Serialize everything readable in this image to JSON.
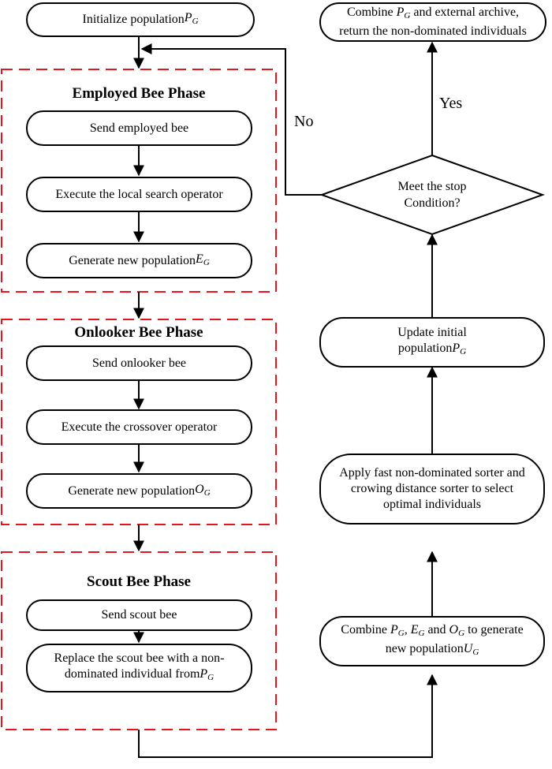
{
  "nodes": {
    "init": {
      "text": "Initialize population",
      "sym": "P",
      "sub": "G"
    },
    "send_emp": {
      "text": "Send employed bee"
    },
    "local": {
      "text": "Execute the local search operator"
    },
    "gen_e": {
      "text": "Generate new population",
      "sym": "E",
      "sub": "G"
    },
    "send_onl": {
      "text": "Send onlooker bee"
    },
    "crossover": {
      "text": "Execute the crossover operator"
    },
    "gen_o": {
      "text": "Generate new population",
      "sym": "O",
      "sub": "G"
    },
    "send_scout": {
      "text": "Send scout bee"
    },
    "replace": {
      "line1": "Replace the scout bee with a non-",
      "line2": "dominated individual from",
      "sym": "P",
      "sub": "G"
    },
    "combine_gen": {
      "pre": "Combine",
      "p": "P",
      "e": "E",
      "o": "O",
      "sub": "G",
      "comma": ",",
      "and": "and",
      "post": "to generate",
      "line2": "new population",
      "u": "U"
    },
    "apply": {
      "line1": "Apply  fast non-dominated sorter and",
      "line2": "crowing distance sorter to select",
      "line3": "optimal individuals"
    },
    "update": {
      "line1": "Update initial",
      "line2": "population",
      "sym": "P",
      "sub": "G"
    },
    "stop": {
      "line1": "Meet the stop",
      "line2": "Condition?"
    },
    "final": {
      "pre": "Combine",
      "sym": "P",
      "sub": "G",
      "post": "and external archive,",
      "line2": "return the non-dominated individuals"
    }
  },
  "phases": {
    "employed": "Employed Bee Phase",
    "onlooker": "Onlooker Bee Phase",
    "scout": "Scout Bee Phase"
  },
  "edge_labels": {
    "no": "No",
    "yes": "Yes"
  },
  "colors": {
    "phase_border": "#e8141b",
    "stroke": "#000000"
  }
}
